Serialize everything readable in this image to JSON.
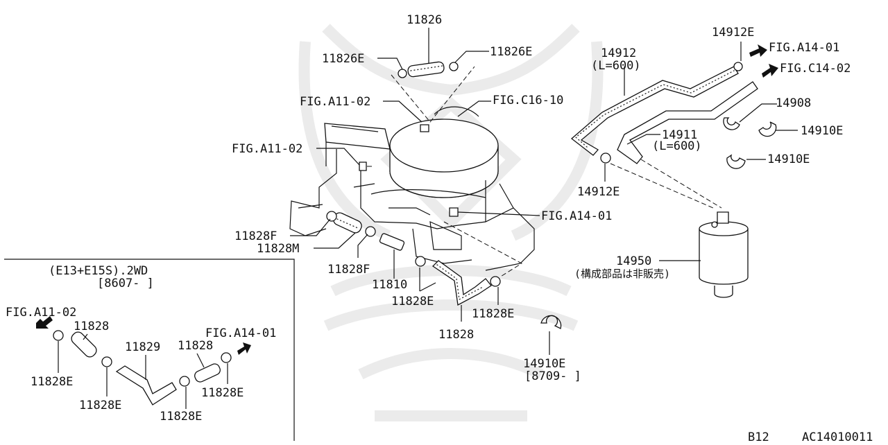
{
  "diagram": {
    "labels": {
      "p11826": "11826",
      "p11826e_l": "11826E",
      "p11826e_r": "11826E",
      "fig_a1102_top": "FIG.A11-02",
      "fig_c1610": "FIG.C16-10",
      "fig_a1102_left": "FIG.A11-02",
      "p11828f_top": "11828F",
      "p11828m": "11828M",
      "p11828f_bot": "11828F",
      "p11810": "11810",
      "p11828e_a": "11828E",
      "p11828": "11828",
      "p11828e_b": "11828E",
      "fig_a1401_mid": "FIG.A14-01",
      "p14912": "14912",
      "p14912_len": "(L=600)",
      "p14912e_top": "14912E",
      "fig_a1401_top": "FIG.A14-01",
      "fig_c1402": "FIG.C14-02",
      "p14908": "14908",
      "p14910e_a": "14910E",
      "p14911": "14911",
      "p14911_len": "(L=600)",
      "p14910e_b": "14910E",
      "p14912e_bot": "14912E",
      "p14950": "14950",
      "p14950_note": "(構成部品は非販売)",
      "p14910e_c": "14910E",
      "p14910e_c_date": "[8709-     ]"
    },
    "inset": {
      "title": "(E13+E15S).2WD",
      "date": "[8607-     ]",
      "fig_a1102": "FIG.A11-02",
      "fig_a1401": "FIG.A14-01",
      "p11828_a": "11828",
      "p11829": "11829",
      "p11828_b": "11828",
      "p11828e_a": "11828E",
      "p11828e_b": "11828E",
      "p11828e_c": "11828E",
      "p11828e_d": "11828E"
    },
    "footer": {
      "section": "B12",
      "code": "AC14010011"
    }
  }
}
